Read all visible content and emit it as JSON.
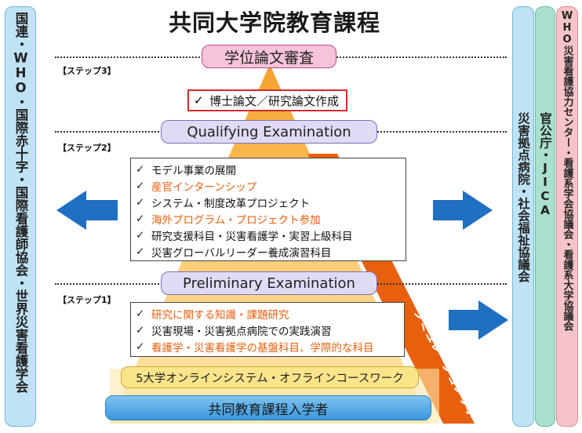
{
  "title": "共同大学院教育課程",
  "left_bar": "国連・WHO・国際赤十字・国際看護師協会・世界災害看護学会",
  "right_bars": [
    "災害拠点病院・社会福祉協議会",
    "官公庁・JICA",
    "WHO災害看護協力センター・看護系学会協議会・看護系大学協議会"
  ],
  "steps": {
    "step3": "【ステップ3】",
    "step2": "【ステップ2】",
    "step1": "【ステップ1】"
  },
  "exams": {
    "degree_review": "学位論文審査",
    "qualifying": "Qualifying Examination",
    "preliminary": "Preliminary Examination"
  },
  "check_mark": "✓",
  "doctoral_item": "博士論文／研究論文作成",
  "step2_items": [
    {
      "text": "モデル事業の展開",
      "color": "black"
    },
    {
      "text": "産官インターンシップ",
      "color": "orange"
    },
    {
      "text": "システム・制度改革プロジェクト",
      "color": "black"
    },
    {
      "text": "海外プログラム・プロジェクト参加",
      "color": "orange"
    },
    {
      "text": "研究支援科目・災害看護学・実習上級科目",
      "color": "black"
    },
    {
      "text": "災害グローバルリーダー養成演習科目",
      "color": "black"
    }
  ],
  "step1_items": [
    {
      "text": "研究に関する知識・課題研究",
      "color": "orange"
    },
    {
      "text": "災害現場・災害拠点病院での実践演習",
      "color": "black"
    },
    {
      "text": "看護学・災害看護学の基盤科目、学際的な科目",
      "color": "orange"
    }
  ],
  "simulation_label": "シミュレーションラボ",
  "online_system": "5大学オンラインシステム・オフラインコースワーク",
  "admission": "共同教育課程入学者",
  "colors": {
    "pyramid_light": "#fde7a8",
    "pyramid_mid": "#f7b442",
    "pyramid_dark": "#f08a1e",
    "simulation_band": "#e8600e",
    "arrow_blue": "#1f6fc2",
    "left_bar": "#bfe3f5",
    "right_bar_1": "#bfe3f5",
    "right_bar_2": "#a9e0cf",
    "right_bar_3": "#f6c4c8",
    "orange_text": "#e8600e"
  },
  "icons": [
    "check-icon",
    "left-arrow-icon",
    "right-arrow-icon"
  ]
}
